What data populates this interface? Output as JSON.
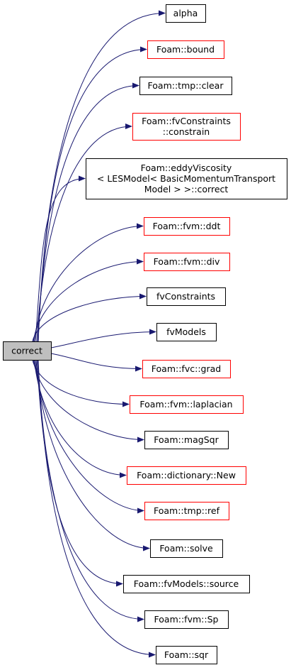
{
  "source": {
    "label": "correct",
    "fill": "#bfbfbf"
  },
  "colors": {
    "edge": "#191970",
    "border_linked": "#ff0000",
    "border_plain": "#000000"
  },
  "targets": [
    {
      "lines": [
        "alpha"
      ],
      "border": "black"
    },
    {
      "lines": [
        "Foam::bound"
      ],
      "border": "red"
    },
    {
      "lines": [
        "Foam::tmp::clear"
      ],
      "border": "black"
    },
    {
      "lines": [
        "Foam::fvConstraints",
        "::constrain"
      ],
      "border": "red"
    },
    {
      "lines": [
        "Foam::eddyViscosity",
        "< LESModel< BasicMomentumTransport",
        "Model > >::correct"
      ],
      "border": "black"
    },
    {
      "lines": [
        "Foam::fvm::ddt"
      ],
      "border": "red"
    },
    {
      "lines": [
        "Foam::fvm::div"
      ],
      "border": "red"
    },
    {
      "lines": [
        "fvConstraints"
      ],
      "border": "black"
    },
    {
      "lines": [
        "fvModels"
      ],
      "border": "black"
    },
    {
      "lines": [
        "Foam::fvc::grad"
      ],
      "border": "red"
    },
    {
      "lines": [
        "Foam::fvm::laplacian"
      ],
      "border": "red"
    },
    {
      "lines": [
        "Foam::magSqr"
      ],
      "border": "black"
    },
    {
      "lines": [
        "Foam::dictionary::New"
      ],
      "border": "red"
    },
    {
      "lines": [
        "Foam::tmp::ref"
      ],
      "border": "red"
    },
    {
      "lines": [
        "Foam::solve"
      ],
      "border": "black"
    },
    {
      "lines": [
        "Foam::fvModels::source"
      ],
      "border": "black"
    },
    {
      "lines": [
        "Foam::fvm::Sp"
      ],
      "border": "black"
    },
    {
      "lines": [
        "Foam::sqr"
      ],
      "border": "black"
    }
  ]
}
